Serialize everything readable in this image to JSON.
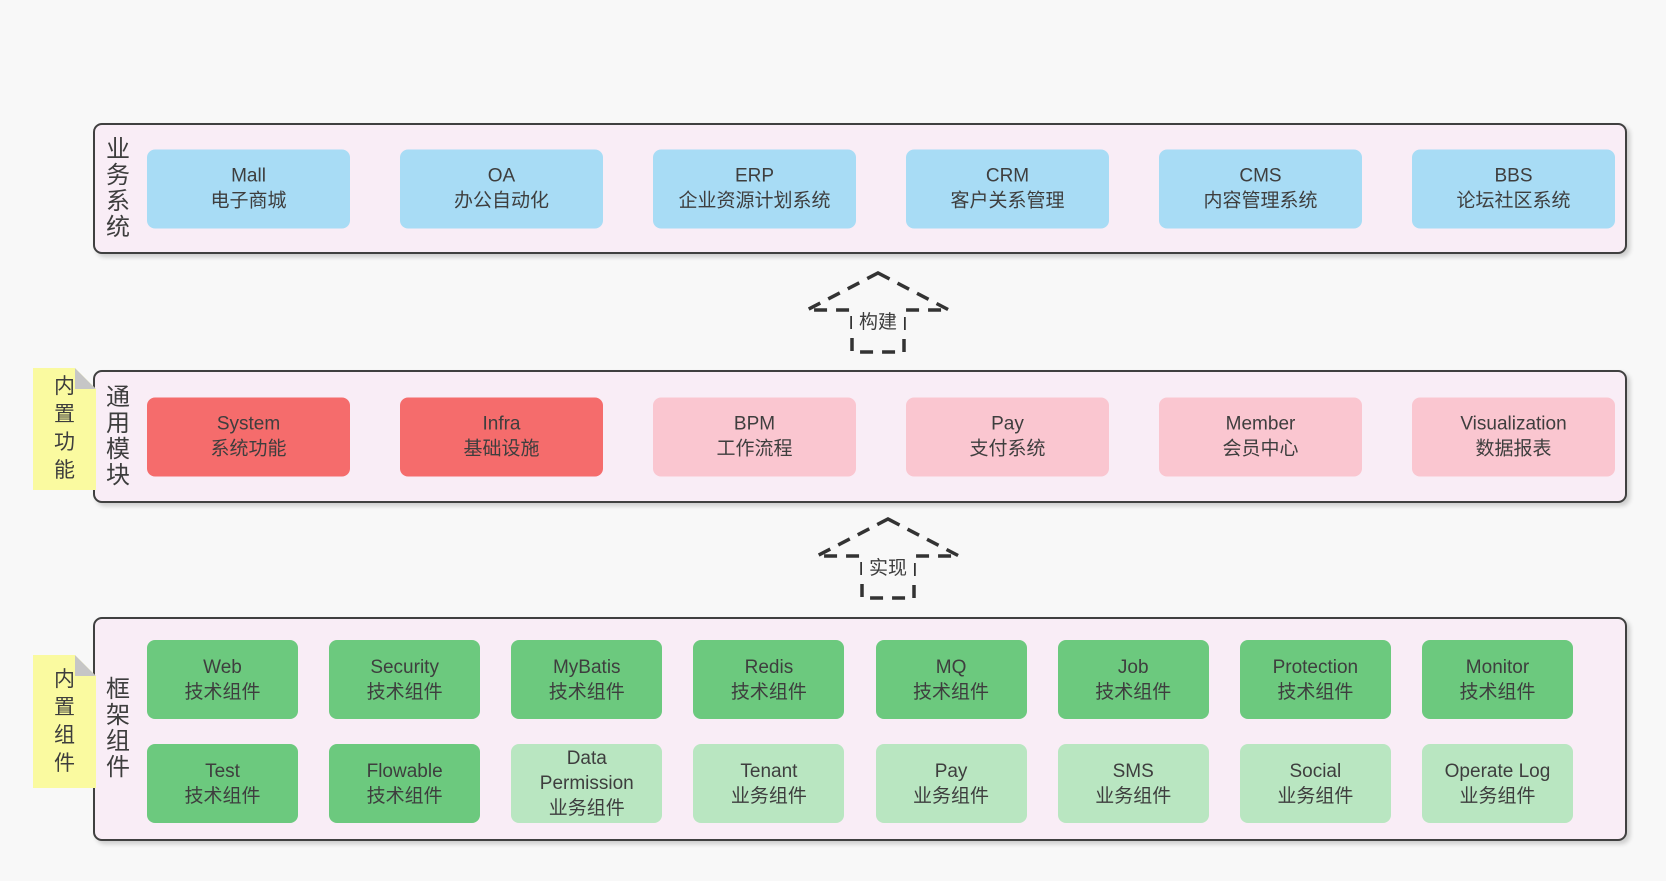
{
  "colors": {
    "page_bg": "#f8f8f8",
    "layer_bg": "#f9edf6",
    "layer_border": "#404040",
    "text": "#3d3d3d",
    "blue": "#a8dcf5",
    "red": "#f56c6c",
    "pink": "#fac6d0",
    "green_dark": "#6cc97e",
    "green_light": "#b9e6c1",
    "note_yellow": "#fafaa0",
    "note_fold": "#c6c6c6",
    "arrow": "#333333"
  },
  "layers": {
    "business": {
      "label": "业务系统",
      "boxes": [
        {
          "title": "Mall",
          "subtitle": "电子商城",
          "color": "blue"
        },
        {
          "title": "OA",
          "subtitle": "办公自动化",
          "color": "blue"
        },
        {
          "title": "ERP",
          "subtitle": "企业资源计划系统",
          "color": "blue"
        },
        {
          "title": "CRM",
          "subtitle": "客户关系管理",
          "color": "blue"
        },
        {
          "title": "CMS",
          "subtitle": "内容管理系统",
          "color": "blue"
        },
        {
          "title": "BBS",
          "subtitle": "论坛社区系统",
          "color": "blue"
        }
      ]
    },
    "modules": {
      "label": "通用模块",
      "note": "内置功能",
      "boxes": [
        {
          "title": "System",
          "subtitle": "系统功能",
          "color": "red"
        },
        {
          "title": "Infra",
          "subtitle": "基础设施",
          "color": "red"
        },
        {
          "title": "BPM",
          "subtitle": "工作流程",
          "color": "pink"
        },
        {
          "title": "Pay",
          "subtitle": "支付系统",
          "color": "pink"
        },
        {
          "title": "Member",
          "subtitle": "会员中心",
          "color": "pink"
        },
        {
          "title": "Visualization",
          "subtitle": "数据报表",
          "color": "pink"
        }
      ]
    },
    "components": {
      "label": "框架组件",
      "note": "内置组件",
      "rows": [
        [
          {
            "title": "Web",
            "subtitle": "技术组件",
            "color": "green_dark"
          },
          {
            "title": "Security",
            "subtitle": "技术组件",
            "color": "green_dark"
          },
          {
            "title": "MyBatis",
            "subtitle": "技术组件",
            "color": "green_dark"
          },
          {
            "title": "Redis",
            "subtitle": "技术组件",
            "color": "green_dark"
          },
          {
            "title": "MQ",
            "subtitle": "技术组件",
            "color": "green_dark"
          },
          {
            "title": "Job",
            "subtitle": "技术组件",
            "color": "green_dark"
          },
          {
            "title": "Protection",
            "subtitle": "技术组件",
            "color": "green_dark"
          },
          {
            "title": "Monitor",
            "subtitle": "技术组件",
            "color": "green_dark"
          }
        ],
        [
          {
            "title": "Test",
            "subtitle": "技术组件",
            "color": "green_dark"
          },
          {
            "title": "Flowable",
            "subtitle": "技术组件",
            "color": "green_dark"
          },
          {
            "title": "Data Permission",
            "subtitle": "业务组件",
            "color": "green_light"
          },
          {
            "title": "Tenant",
            "subtitle": "业务组件",
            "color": "green_light"
          },
          {
            "title": "Pay",
            "subtitle": "业务组件",
            "color": "green_light"
          },
          {
            "title": "SMS",
            "subtitle": "业务组件",
            "color": "green_light"
          },
          {
            "title": "Social",
            "subtitle": "业务组件",
            "color": "green_light"
          },
          {
            "title": "Operate Log",
            "subtitle": "业务组件",
            "color": "green_light"
          }
        ]
      ]
    }
  },
  "arrows": [
    {
      "label": "构建"
    },
    {
      "label": "实现"
    }
  ]
}
